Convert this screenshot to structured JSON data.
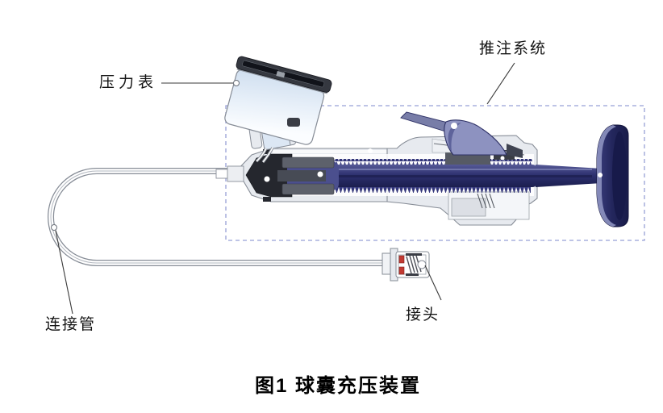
{
  "figure": {
    "caption": "图1 球囊充压装置",
    "labels": {
      "pressure_gauge": "压力表",
      "injection_system": "推注系统",
      "connecting_tube": "连接管",
      "connector": "接头"
    }
  },
  "icons": {
    "leader_marker": "open-circle"
  },
  "colors": {
    "navy_rod": "#2e3170",
    "navy_dark": "#1b1e4e",
    "handle_navy": "#2a2d68",
    "lever_periwinkle": "#8d92c0",
    "body_gray": "#e7eaef",
    "outline_gray": "#878d97",
    "piston_black": "#25272e",
    "piston_gray": "#5d616b",
    "gauge_face_blue": "#d8e4f2",
    "gauge_band": "#353840",
    "dashed_box": "#98a0d6",
    "oring_red": "#c23a32",
    "leader_line": "#3a3a3a",
    "label_text": "#141414"
  }
}
